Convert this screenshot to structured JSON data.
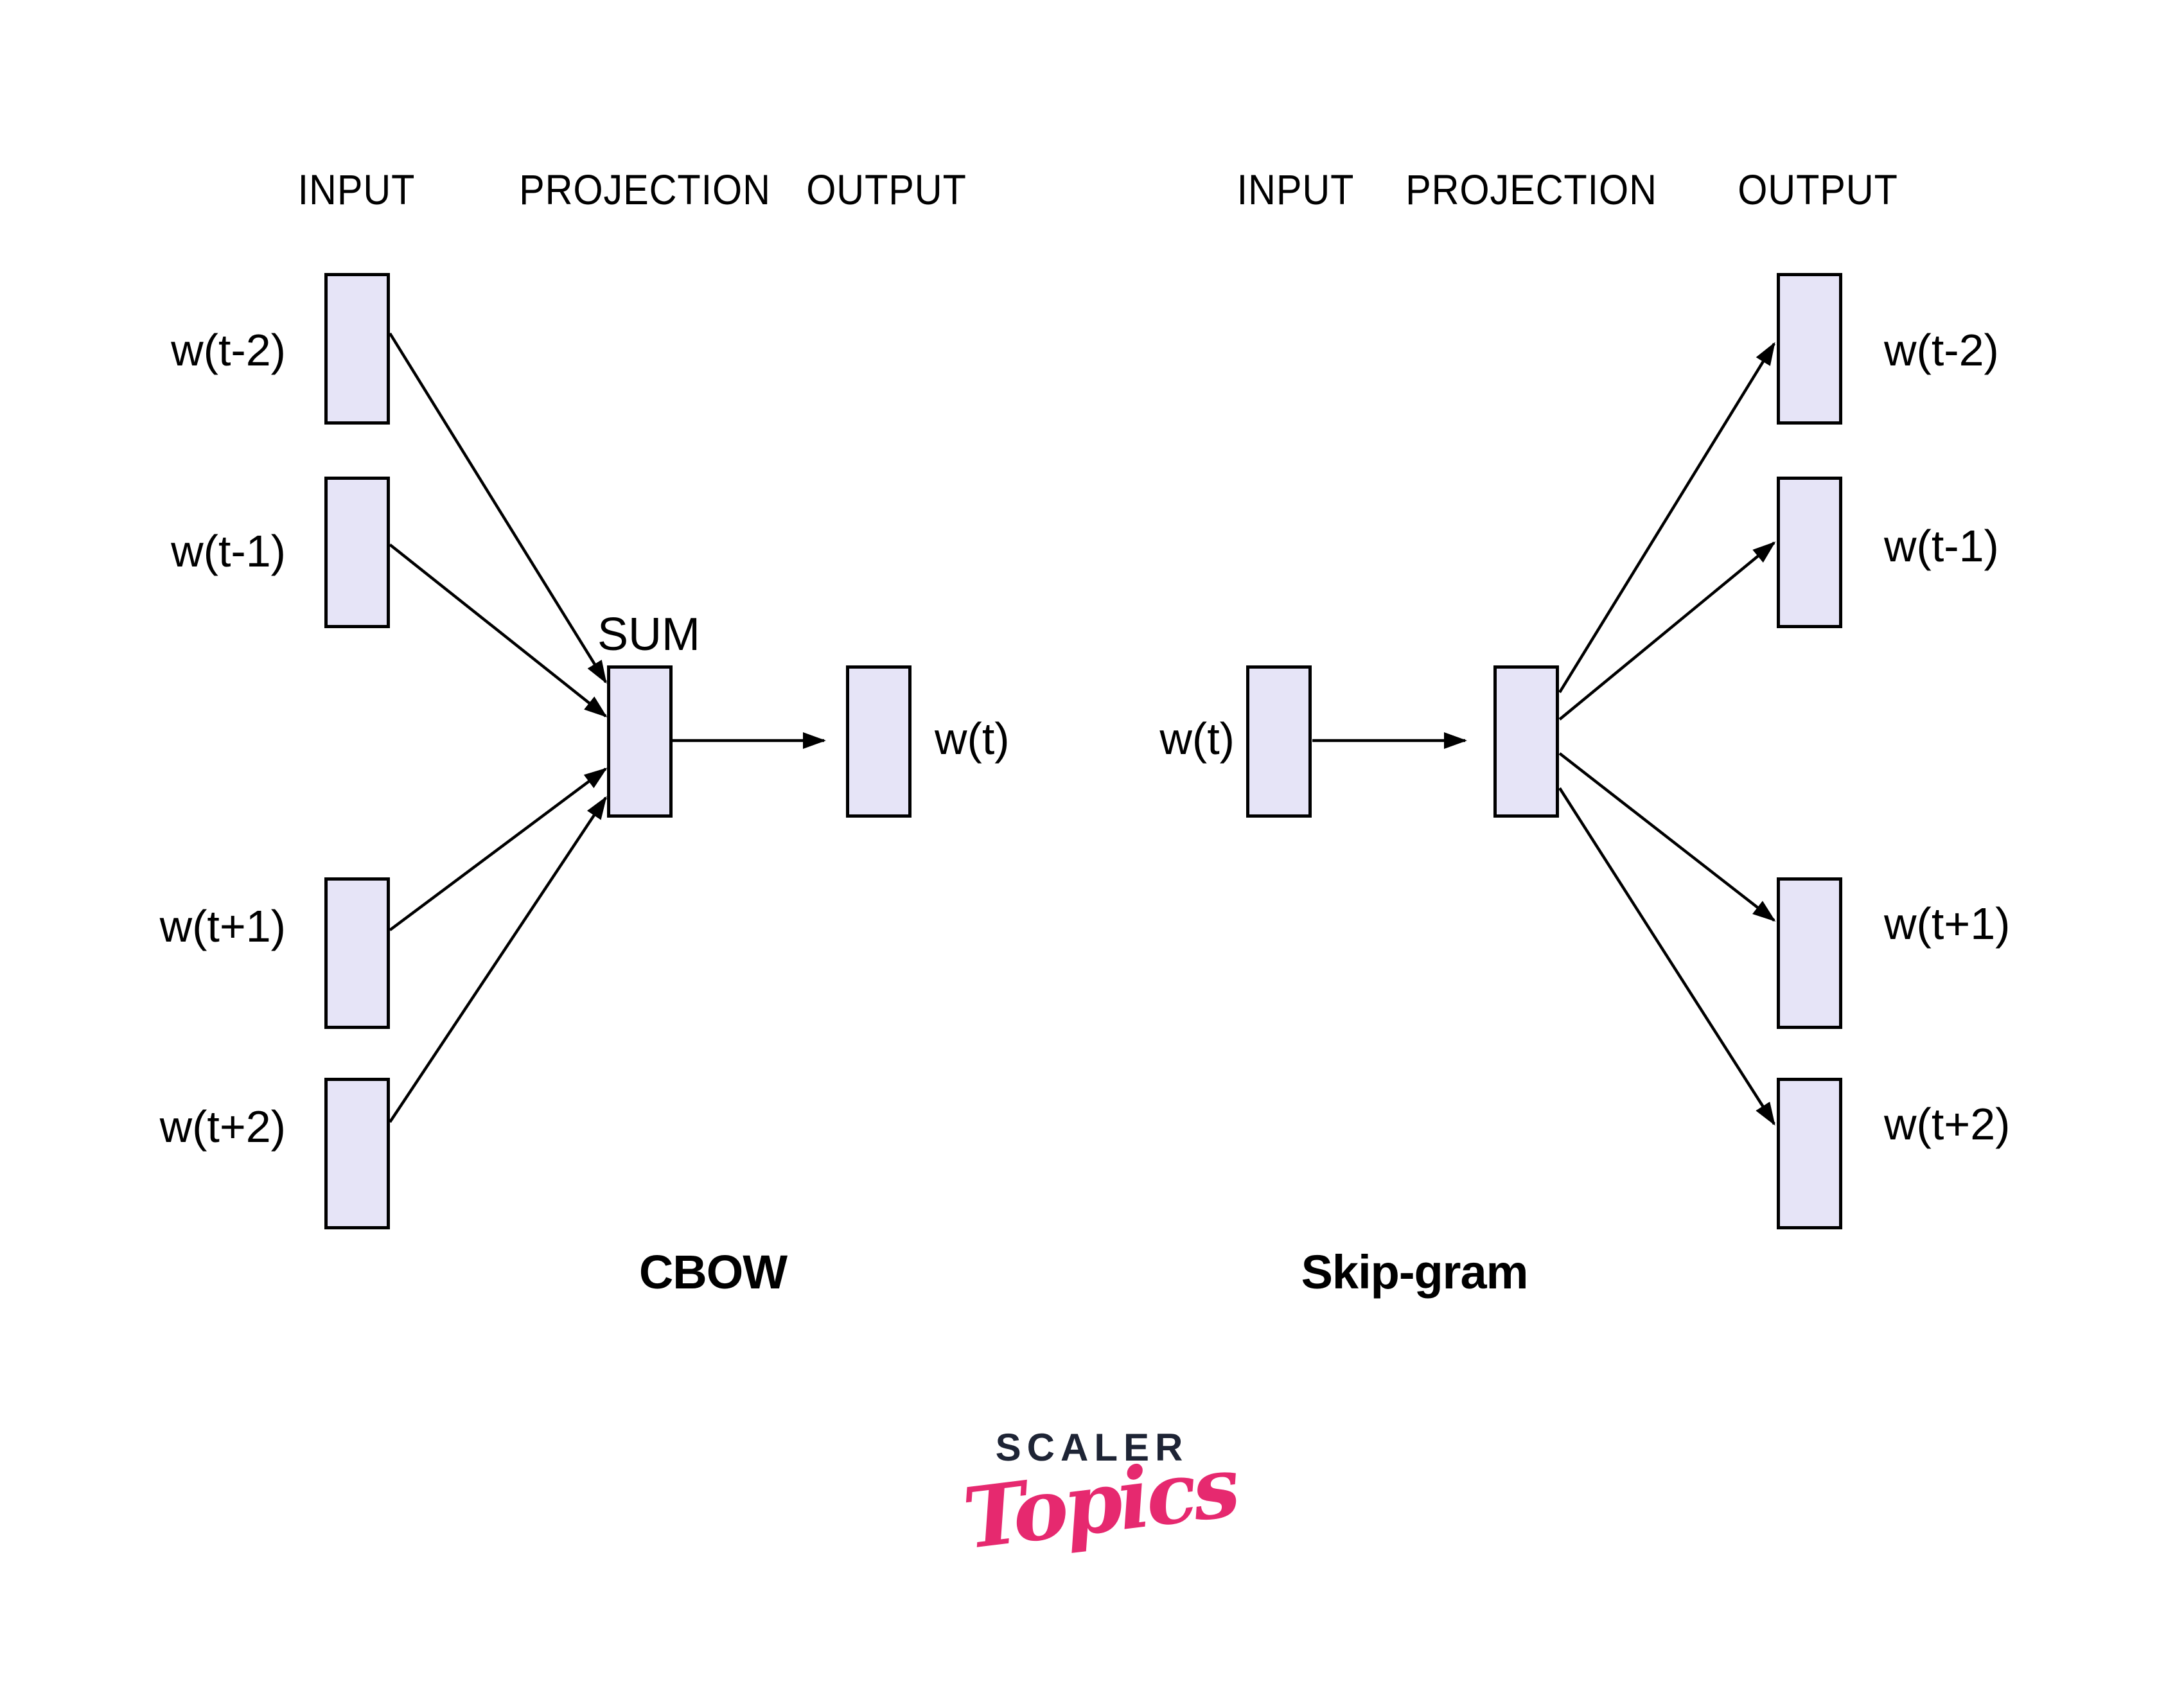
{
  "diagram": {
    "cbow": {
      "title": "CBOW",
      "headers": [
        "INPUT",
        "PROJECTION",
        "OUTPUT"
      ],
      "sum_label": "SUM",
      "input_labels": [
        "w(t-2)",
        "w(t-1)",
        "w(t+1)",
        "w(t+2)"
      ],
      "output_label": "w(t)"
    },
    "skipgram": {
      "title": "Skip-gram",
      "headers": [
        "INPUT",
        "PROJECTION",
        "OUTPUT"
      ],
      "input_label": "w(t)",
      "output_labels": [
        "w(t-2)",
        "w(t-1)",
        "w(t+1)",
        "w(t+2)"
      ]
    },
    "colors": {
      "box_fill": "#E6E4F7",
      "box_border": "#000000",
      "connector": "#000000",
      "text": "#000000"
    }
  },
  "logo": {
    "brand": "SCALER",
    "word": "Topics",
    "brand_color": "#1E2435",
    "word_color": "#E6296F"
  }
}
